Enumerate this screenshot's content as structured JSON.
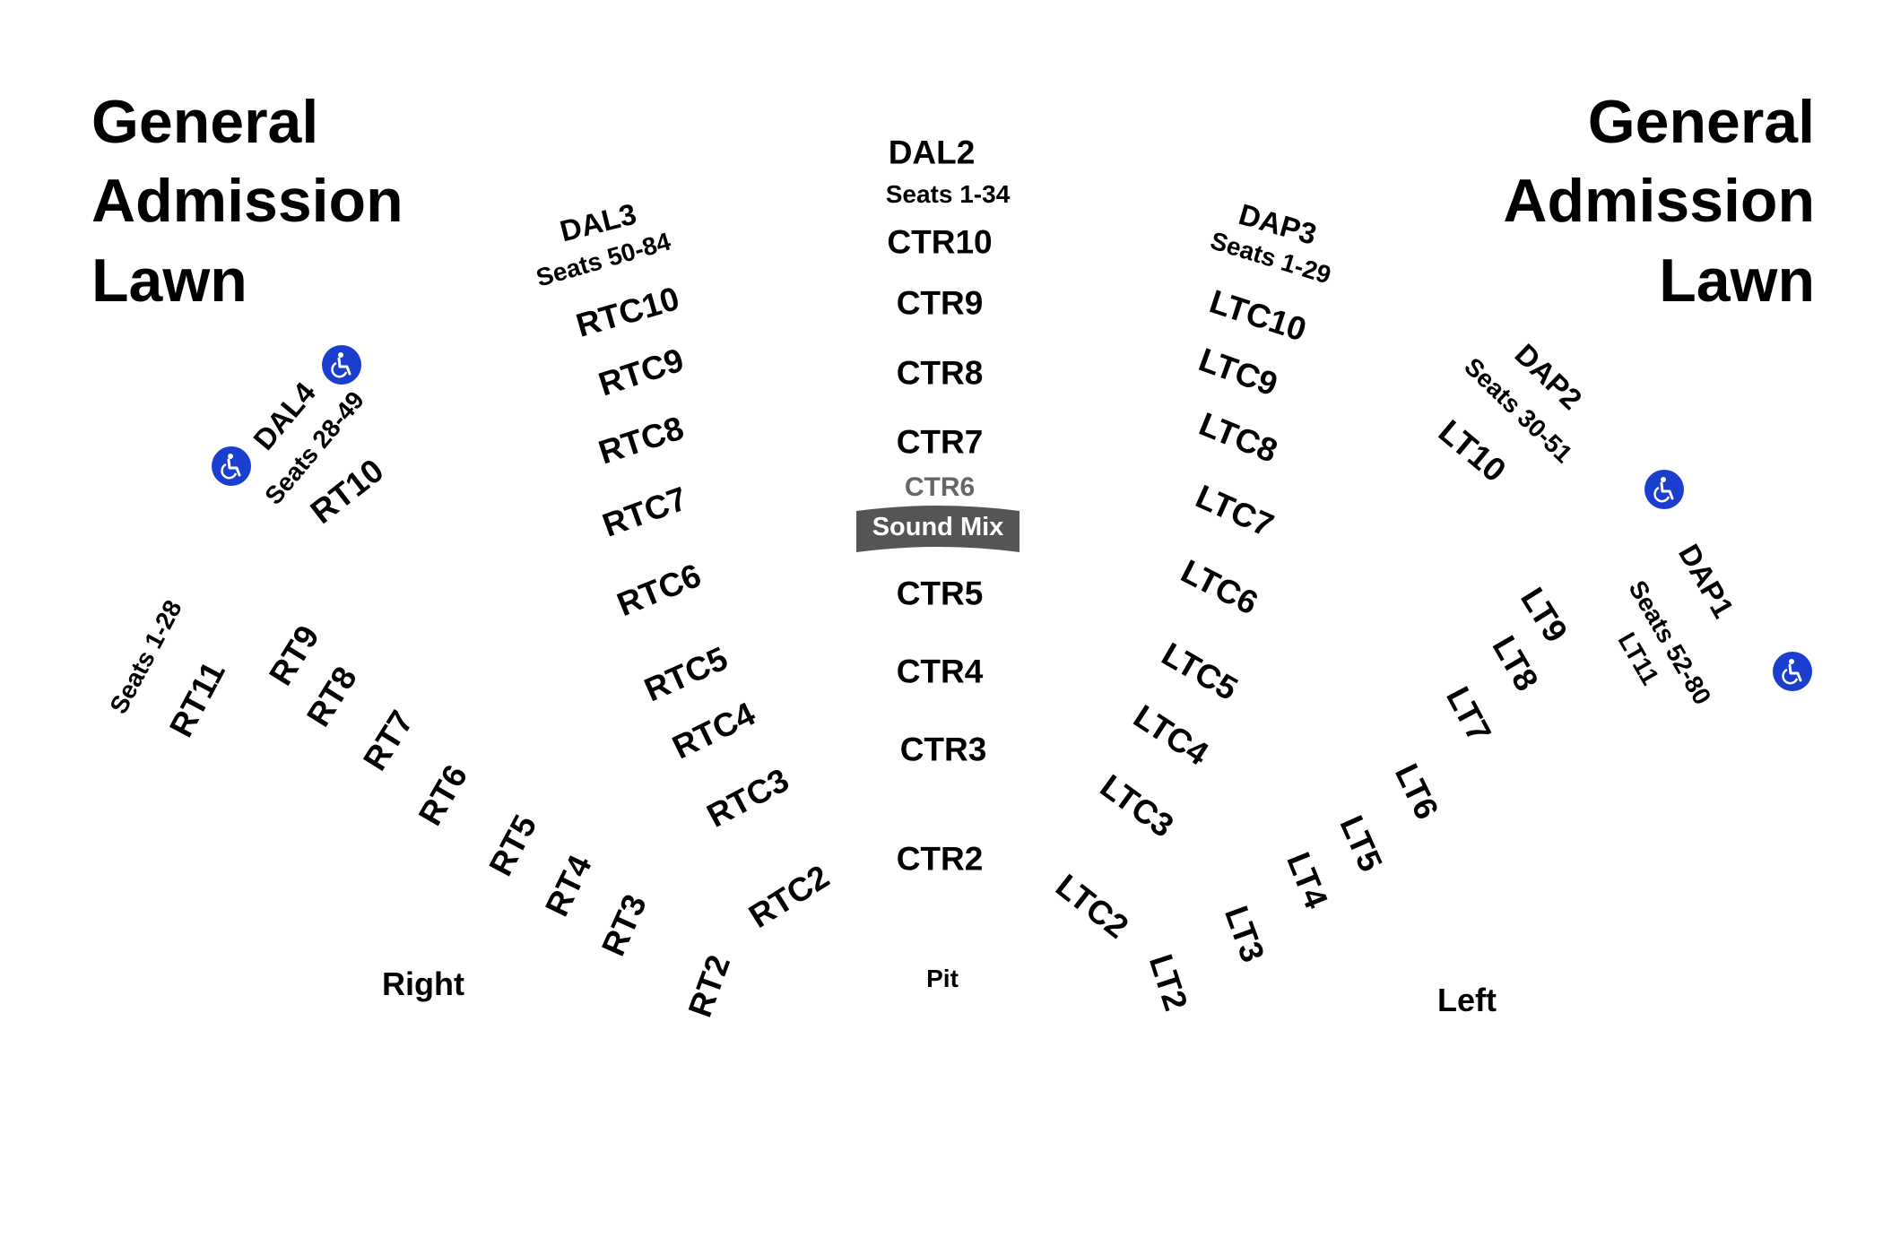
{
  "lawn": {
    "left": [
      "General",
      "Admission",
      "Lawn"
    ],
    "right": [
      "General",
      "Admission",
      "Lawn"
    ]
  },
  "areas": {
    "right": "Right",
    "pit": "Pit",
    "left": "Left"
  },
  "sound_mix": {
    "label": "Sound Mix",
    "color": "#555555"
  },
  "accessibility": {
    "icon": "wheelchair-icon",
    "color": "#1a3fcf"
  },
  "sections": {
    "DAL2": "DAL2",
    "DAL2_seats": "Seats 1-34",
    "DAL3": "DAL3",
    "DAL3_seats": "Seats 50-84",
    "DAL4": "DAL4",
    "DAL4_seats": "Seats 28-49",
    "DAP3": "DAP3",
    "DAP3_seats": "Seats 1-29",
    "DAP2": "DAP2",
    "DAP2_seats": "Seats 30-51",
    "DAP1": "DAP1",
    "DAP1_seats": "Seats 52-80",
    "RT11_seats": "Seats 1-28",
    "CTR10": "CTR10",
    "CTR9": "CTR9",
    "CTR8": "CTR8",
    "CTR7": "CTR7",
    "CTR6": "CTR6",
    "CTR5": "CTR5",
    "CTR4": "CTR4",
    "CTR3": "CTR3",
    "CTR2": "CTR2",
    "RTC10": "RTC10",
    "RTC9": "RTC9",
    "RTC8": "RTC8",
    "RTC7": "RTC7",
    "RTC6": "RTC6",
    "RTC5": "RTC5",
    "RTC4": "RTC4",
    "RTC3": "RTC3",
    "RTC2": "RTC2",
    "LTC10": "LTC10",
    "LTC9": "LTC9",
    "LTC8": "LTC8",
    "LTC7": "LTC7",
    "LTC6": "LTC6",
    "LTC5": "LTC5",
    "LTC4": "LTC4",
    "LTC3": "LTC3",
    "LTC2": "LTC2",
    "RT11": "RT11",
    "RT10": "RT10",
    "RT9": "RT9",
    "RT8": "RT8",
    "RT7": "RT7",
    "RT6": "RT6",
    "RT5": "RT5",
    "RT4": "RT4",
    "RT3": "RT3",
    "RT2": "RT2",
    "LT11": "LT11",
    "LT10": "LT10",
    "LT9": "LT9",
    "LT8": "LT8",
    "LT7": "LT7",
    "LT6": "LT6",
    "LT5": "LT5",
    "LT4": "LT4",
    "LT3": "LT3",
    "LT2": "LT2"
  }
}
